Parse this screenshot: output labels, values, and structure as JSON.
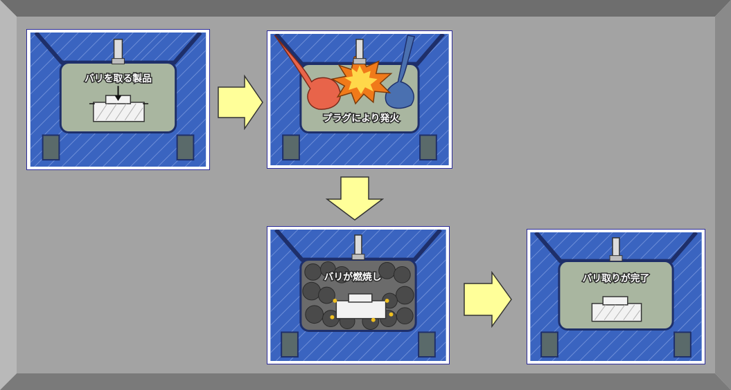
{
  "steps": [
    {
      "caption": "バリを取る製品"
    },
    {
      "caption": "プラグにより発火"
    },
    {
      "caption": "バリが燃焼し"
    },
    {
      "caption": "バリ取りが完了"
    }
  ],
  "colors": {
    "background": "#a3a3a3",
    "wall": "#3a64c0",
    "chamber": "#a9b6a0",
    "arrow": "#ffff99",
    "frame": "#2a2a9a"
  }
}
